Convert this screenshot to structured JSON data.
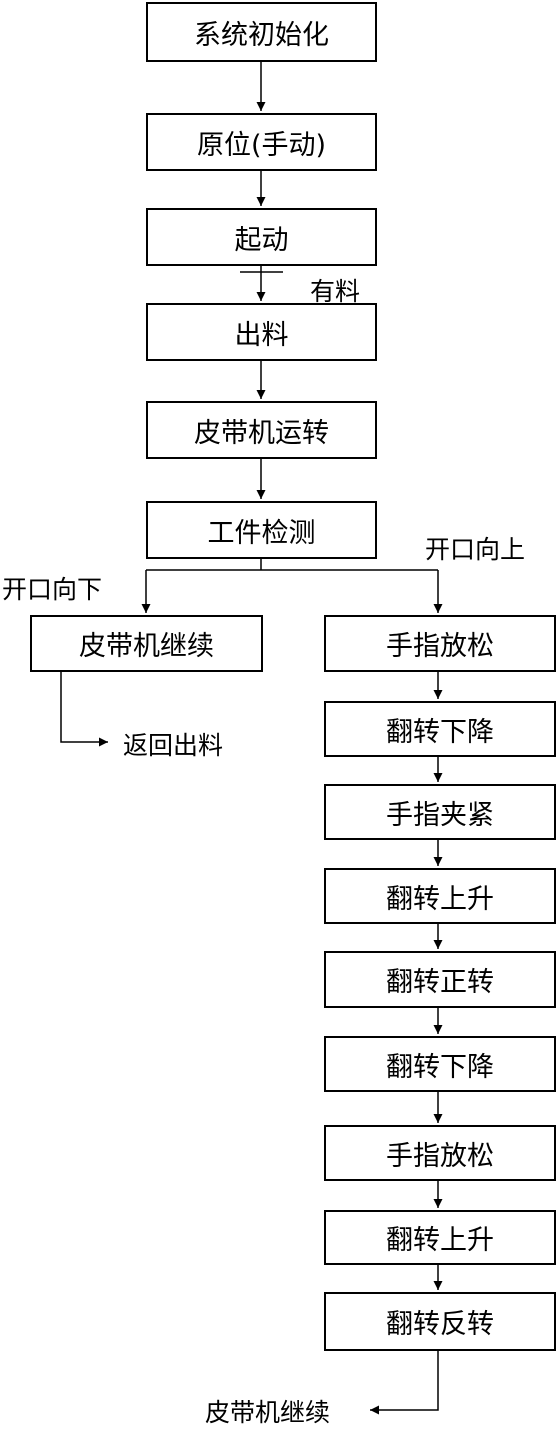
{
  "main_flow": {
    "init": "系统初始化",
    "home": "原位(手动)",
    "start": "起动",
    "feed": "出料",
    "belt_run": "皮带机运转",
    "detect": "工件检测"
  },
  "conditions": {
    "has_material": "有料",
    "opening_down": "开口向下",
    "opening_up": "开口向上"
  },
  "left_branch": {
    "belt_continue": "皮带机继续",
    "return_feed": "返回出料"
  },
  "right_branch": {
    "steps": [
      "手指放松",
      "翻转下降",
      "手指夹紧",
      "翻转上升",
      "翻转正转",
      "翻转下降",
      "手指放松",
      "翻转上升",
      "翻转反转"
    ],
    "end": "皮带机继续"
  }
}
